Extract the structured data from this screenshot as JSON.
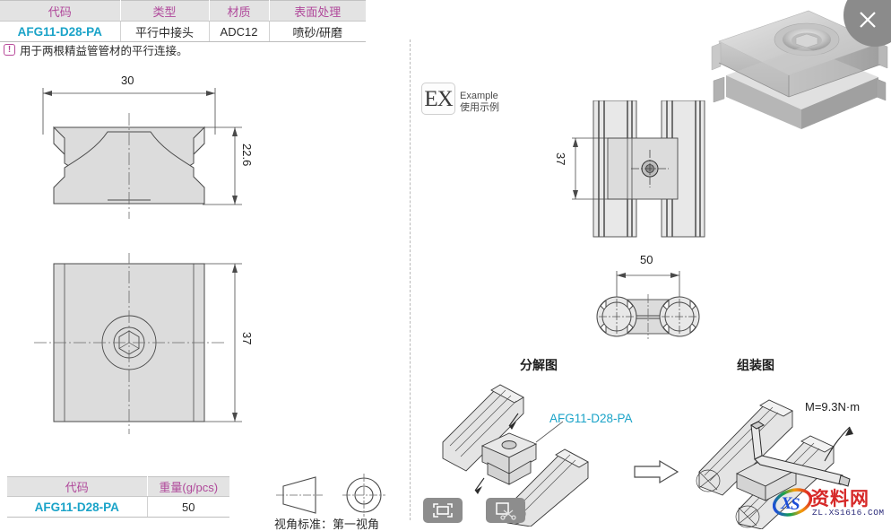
{
  "spec_table": {
    "headers": [
      "代码",
      "类型",
      "材质",
      "表面处理"
    ],
    "rows": [
      {
        "code": "AFG11-D28-PA",
        "type": "平行中接头",
        "material": "ADC12",
        "surface": "喷砂/研磨"
      }
    ]
  },
  "note": {
    "icon": "exclamation-icon",
    "symbol": "!",
    "text": "用于两根精益管管材的平行连接。"
  },
  "drawings": {
    "side_view": {
      "dim_width": "30",
      "dim_height": "22.6"
    },
    "front_view": {
      "dim_height": "37"
    },
    "example_front": {
      "dim_height": "37"
    },
    "example_top": {
      "dim_width": "50"
    }
  },
  "weight_table": {
    "headers": [
      "代码",
      "重量(g/pcs)"
    ],
    "rows": [
      {
        "code": "AFG11-D28-PA",
        "weight": "50"
      }
    ]
  },
  "projection": {
    "label": "视角标准：第一视角",
    "icons": [
      "truncated-cone-icon",
      "concentric-circles-icon"
    ]
  },
  "example_badge": {
    "mark": "EX",
    "caption_en": "Example",
    "caption_cn": "使用示例"
  },
  "sections": {
    "exploded_title": "分解图",
    "assembly_title": "组装图",
    "part_callout": "AFG11-D28-PA",
    "torque": "M=9.3N·m"
  },
  "window_controls": {
    "close_label": "×"
  },
  "capture_toolbar": {
    "buttons": [
      {
        "name": "fullscreen-capture-button",
        "icon": "fullscreen-frame-icon"
      },
      {
        "name": "crop-capture-button",
        "icon": "scissors-crop-icon"
      }
    ]
  },
  "watermark": {
    "brand": "资料网",
    "url": "ZL.XS1616.COM",
    "logo_text": "XS"
  },
  "colors": {
    "code_cyan": "#1aa3c8",
    "header_magenta": "#b0499b",
    "header_bg": "#e3e3e3",
    "line_gray": "#4a4a4a",
    "fill_gray": "#dcdcdc",
    "watermark_red": "#d62828"
  }
}
